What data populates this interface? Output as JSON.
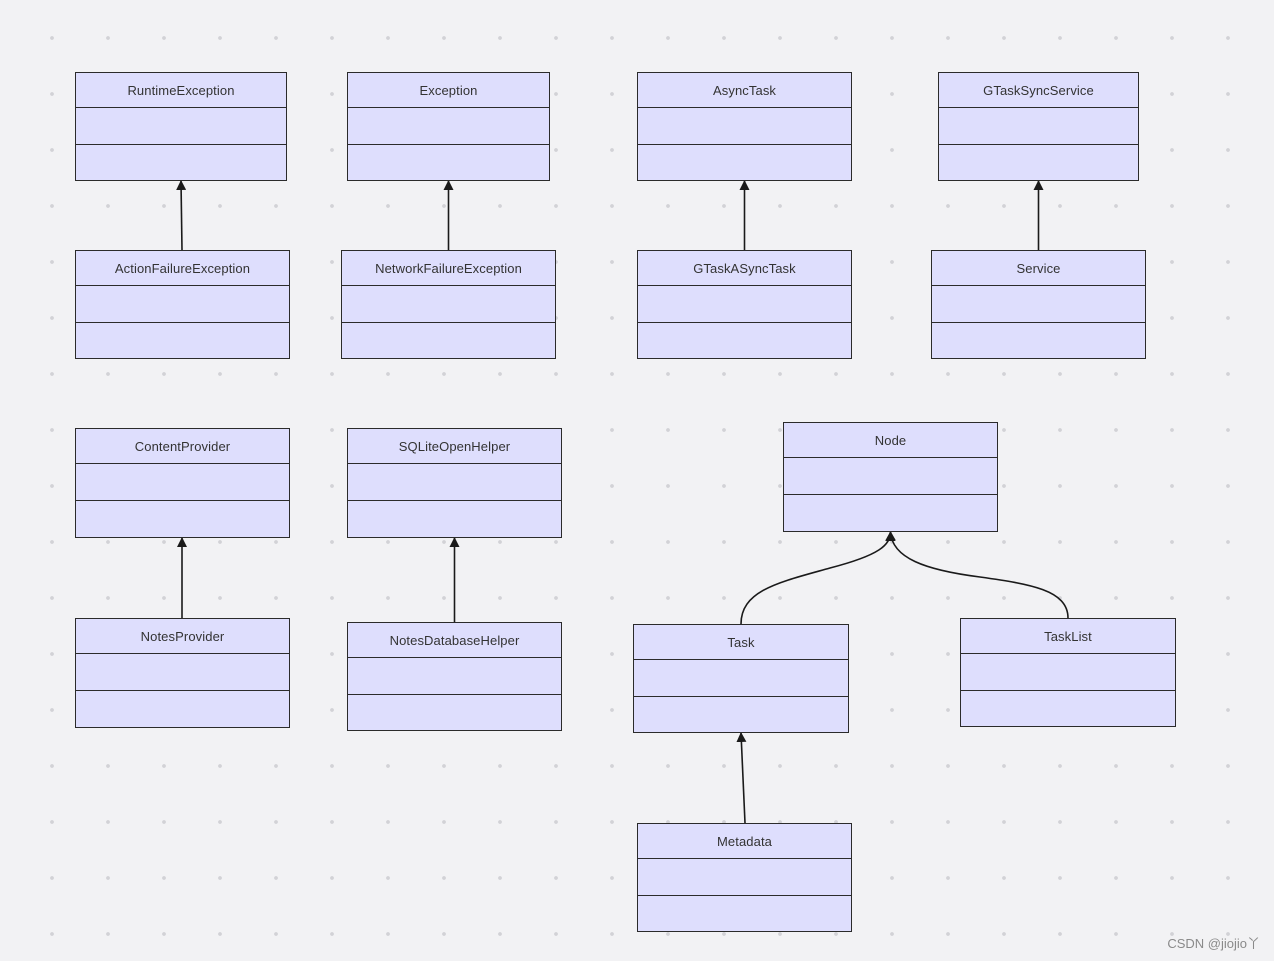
{
  "diagram": {
    "classes": {
      "runtime_exception": "RuntimeException",
      "exception": "Exception",
      "async_task": "AsyncTask",
      "gtask_sync_service": "GTaskSyncService",
      "action_failure_exception": "ActionFailureException",
      "network_failure_exception": "NetworkFailureException",
      "gtask_async_task": "GTaskASyncTask",
      "service": "Service",
      "content_provider": "ContentProvider",
      "sqlite_open_helper": "SQLiteOpenHelper",
      "node": "Node",
      "notes_provider": "NotesProvider",
      "notes_database_helper": "NotesDatabaseHelper",
      "task": "Task",
      "task_list": "TaskList",
      "metadata": "Metadata"
    },
    "relations": [
      {
        "from": "ActionFailureException",
        "to": "RuntimeException"
      },
      {
        "from": "NetworkFailureException",
        "to": "Exception"
      },
      {
        "from": "GTaskASyncTask",
        "to": "AsyncTask"
      },
      {
        "from": "Service",
        "to": "GTaskSyncService"
      },
      {
        "from": "NotesProvider",
        "to": "ContentProvider"
      },
      {
        "from": "NotesDatabaseHelper",
        "to": "SQLiteOpenHelper"
      },
      {
        "from": "Task",
        "to": "Node"
      },
      {
        "from": "TaskList",
        "to": "Node"
      },
      {
        "from": "Metadata",
        "to": "Task"
      }
    ]
  },
  "watermark": "CSDN @jiojio丫",
  "colors": {
    "class_fill": "#dedefd",
    "class_border": "#2b2b2b",
    "background": "#f2f2f4",
    "edge": "#1a1a1a"
  }
}
